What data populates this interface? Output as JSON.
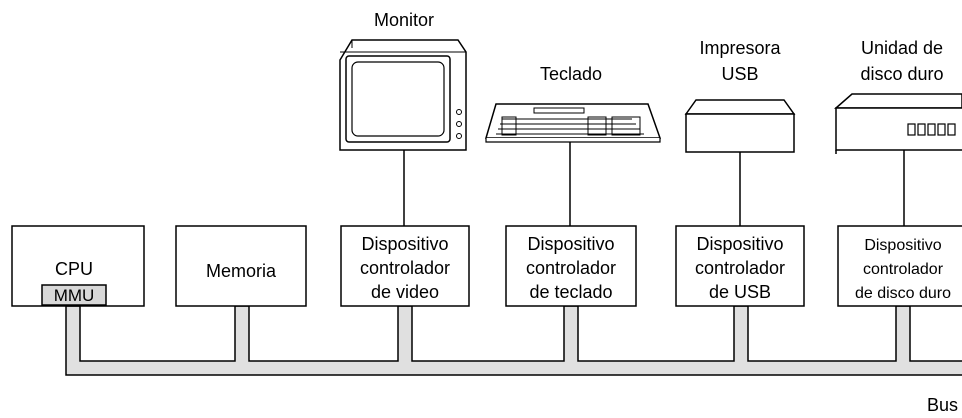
{
  "diagram": {
    "components": [
      {
        "id": "cpu",
        "lines": [
          "CPU"
        ],
        "sub_label": "MMU"
      },
      {
        "id": "memory",
        "lines": [
          "Memoria"
        ]
      },
      {
        "id": "video-controller",
        "lines": [
          "Dispositivo",
          "controlador",
          "de video"
        ]
      },
      {
        "id": "keyboard-controller",
        "lines": [
          "Dispositivo",
          "controlador",
          "de teclado"
        ]
      },
      {
        "id": "usb-controller",
        "lines": [
          "Dispositivo",
          "controlador",
          "de USB"
        ]
      },
      {
        "id": "disk-controller",
        "lines": [
          "Dispositivo",
          "controlador",
          "de disco duro"
        ]
      }
    ],
    "devices": [
      {
        "id": "monitor",
        "label_lines": [
          "Monitor"
        ],
        "icon": "monitor-icon"
      },
      {
        "id": "keyboard",
        "label_lines": [
          "Teclado"
        ],
        "icon": "keyboard-icon"
      },
      {
        "id": "printer",
        "label_lines": [
          "Impresora",
          "USB"
        ],
        "icon": "printer-icon"
      },
      {
        "id": "disk",
        "label_lines": [
          "Unidad de",
          "disco duro"
        ],
        "icon": "hard-disk-icon"
      }
    ],
    "bus_label": "Bus",
    "colors": {
      "bus_fill": "#e0e0e0",
      "mmu_fill": "#d8d8d8",
      "stroke": "#000000"
    }
  }
}
